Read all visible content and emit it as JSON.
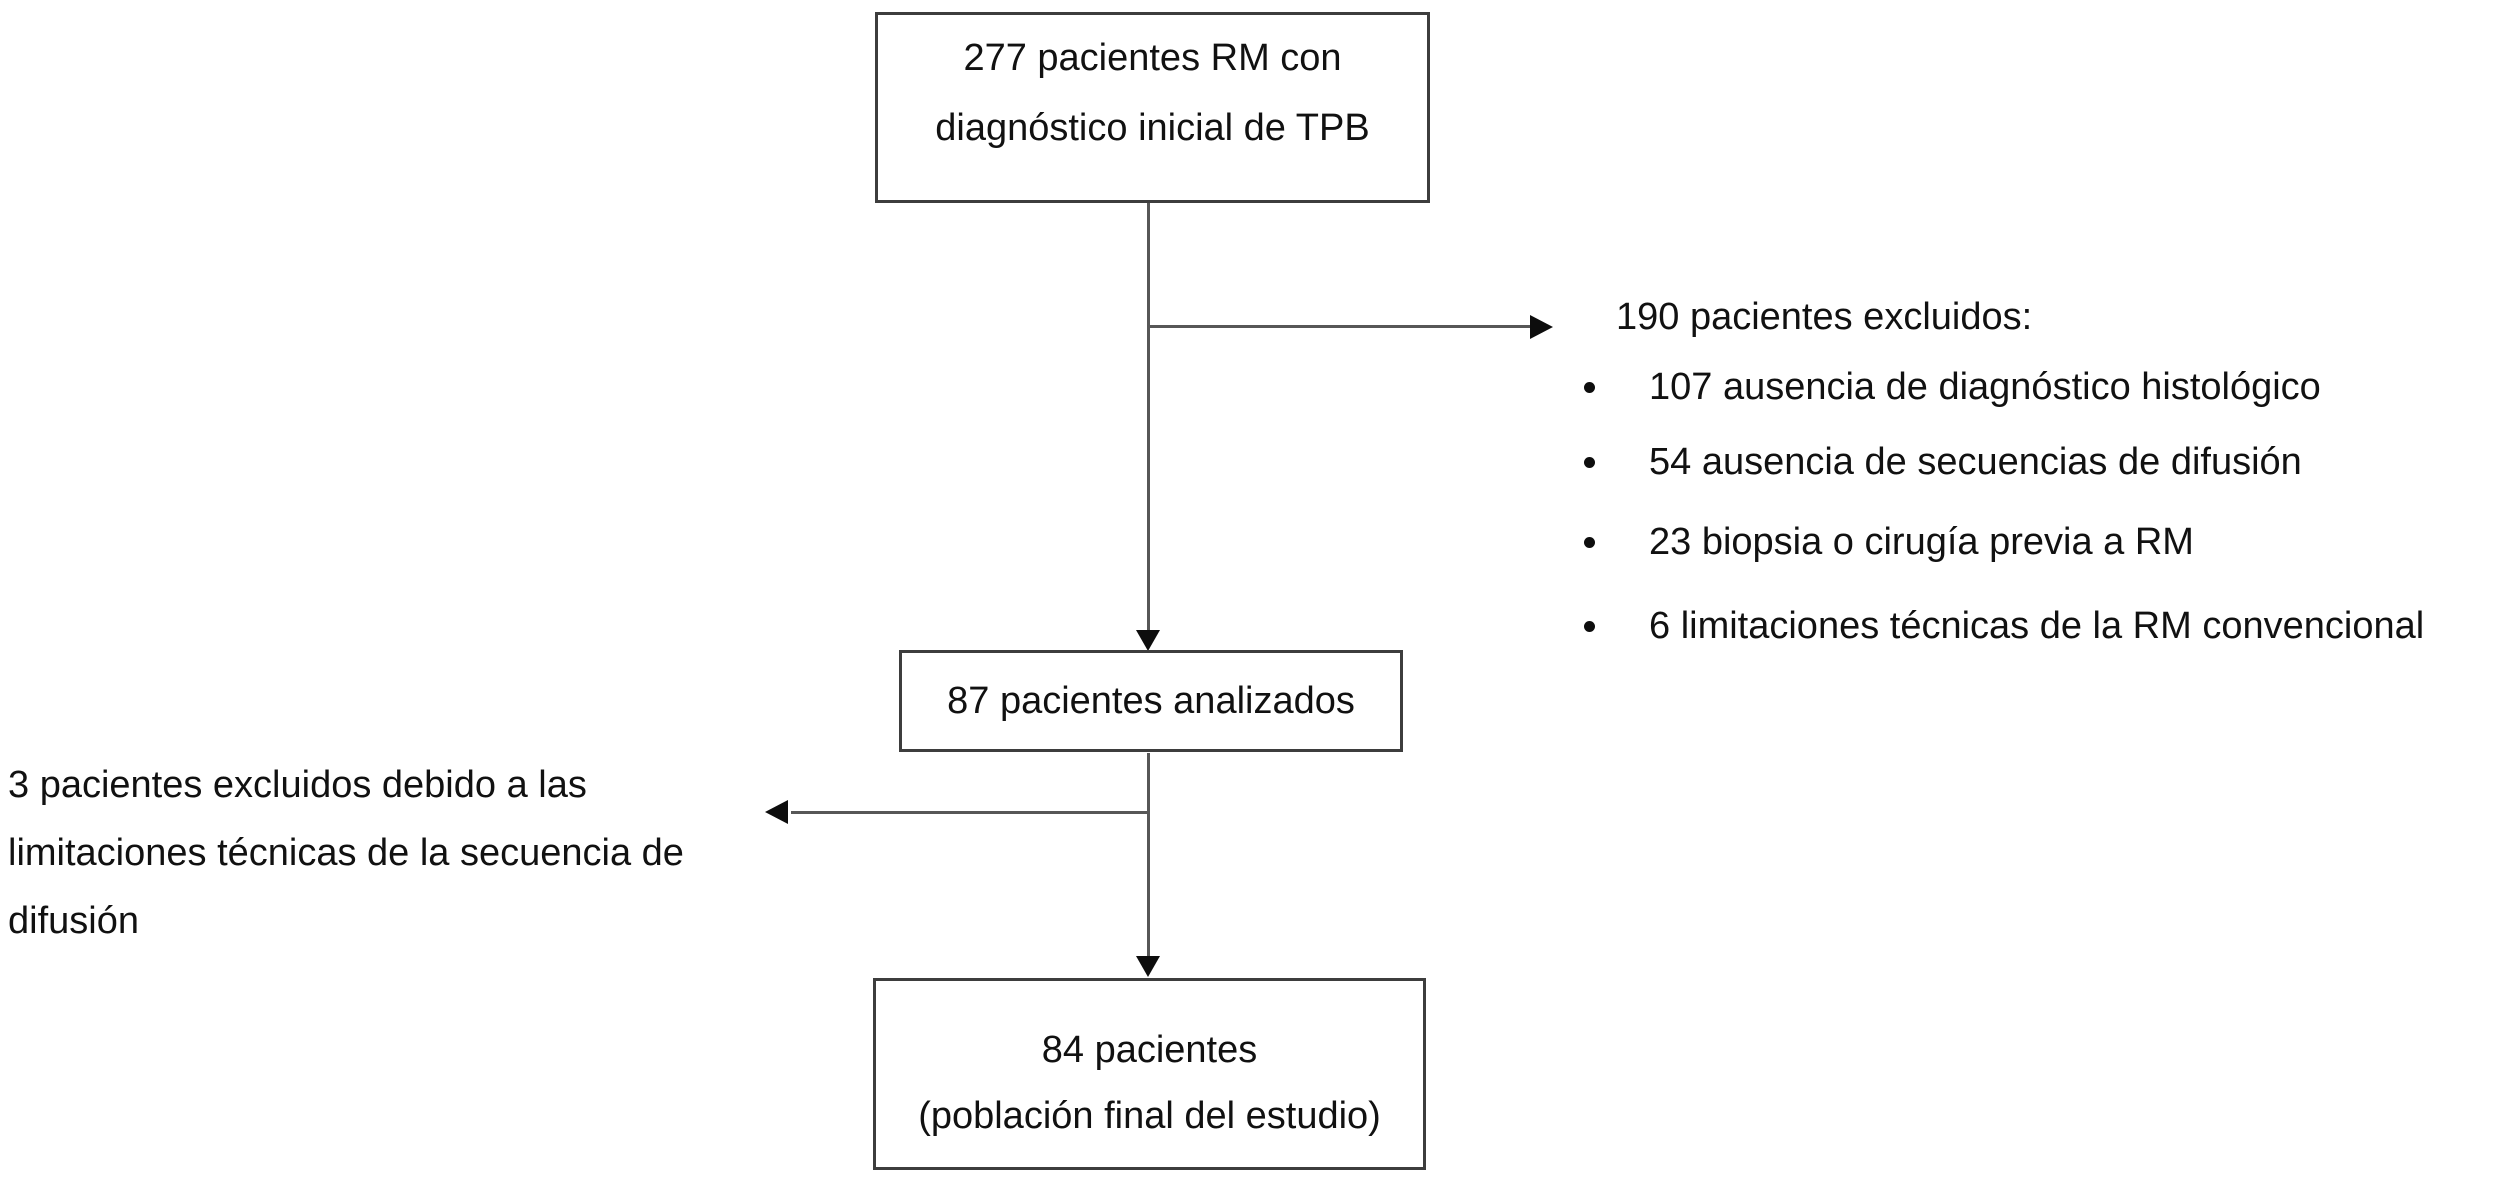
{
  "diagram": {
    "boxes": {
      "initial": {
        "lines": [
          "277 pacientes RM con",
          "diagnóstico inicial de TPB"
        ]
      },
      "analyzed": {
        "label": "87 pacientes analizados"
      },
      "final": {
        "lines": [
          "84 pacientes",
          "(población final del estudio)"
        ]
      }
    },
    "exclusions_right": {
      "header": "190 pacientes excluidos:",
      "items": [
        "107 ausencia de diagnóstico histológico",
        "54 ausencia de secuencias de difusión",
        "23 biopsia o cirugía previa a RM",
        "6 limitaciones técnicas de la RM convencional"
      ]
    },
    "exclusion_left": {
      "lines": [
        "3 pacientes excluidos debido a las",
        "limitaciones técnicas de la secuencia de",
        "difusión"
      ]
    },
    "colors": {
      "background": "#ffffff",
      "box_border": "#3d3d3d",
      "connector_line": "#575757",
      "arrowhead": "#0d0d0d",
      "text": "#111111"
    }
  }
}
